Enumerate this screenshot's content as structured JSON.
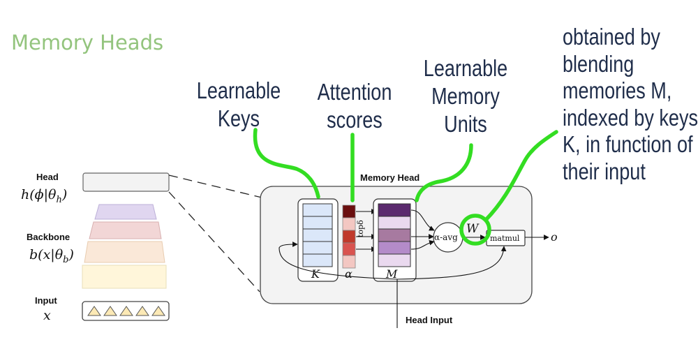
{
  "title": "Memory Heads",
  "callouts": {
    "keys": [
      "Learnable",
      "Keys"
    ],
    "scores": [
      "Attention",
      "scores"
    ],
    "memory": [
      "Learnable",
      "Memory",
      "Units"
    ]
  },
  "explanation": [
    "obtained by",
    "blending",
    "memories M,",
    "indexed by keys",
    "K, in function of",
    "their input"
  ],
  "left_stack": {
    "head_label": "Head",
    "head_formula": "h(ϕ|θ",
    "head_sub": "h",
    "backbone_label": "Backbone",
    "backbone_formula": "b(x|θ",
    "backbone_sub": "b",
    "input_label": "Input",
    "input_symbol": "x"
  },
  "memory_head": {
    "label": "Memory Head",
    "keys_symbol": "K",
    "alpha_symbol": "α",
    "topk_label": "topδ",
    "memory_symbol": "M",
    "avg_label": "α-avg",
    "weight_symbol": "W",
    "matmul_label": "matmul",
    "output_symbol": "o",
    "input_label": "Head Input"
  },
  "colors": {
    "title": "#93c47d",
    "highlight": "#33dd22",
    "text_dark": "#1f2d4a"
  }
}
